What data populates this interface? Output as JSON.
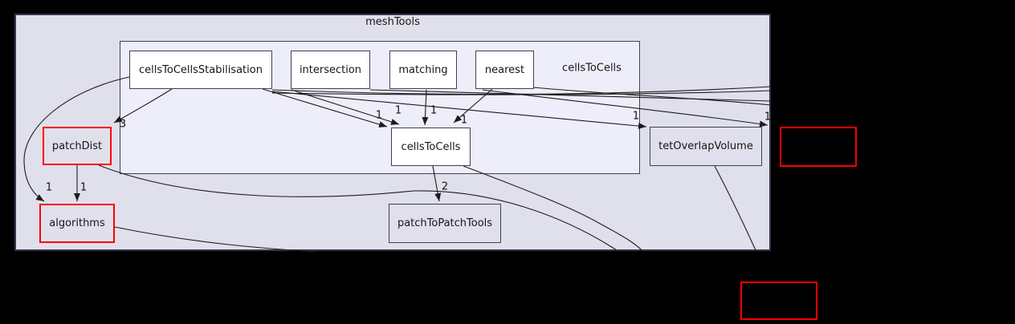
{
  "diagram": {
    "type": "directory-dependency-graph",
    "outer_cluster_title": "meshTools",
    "inner_cluster_title": "cellsToCells",
    "nodes": [
      {
        "id": "cellsToCellsStabilisation",
        "label": "cellsToCellsStabilisation"
      },
      {
        "id": "intersection",
        "label": "intersection"
      },
      {
        "id": "matching",
        "label": "matching"
      },
      {
        "id": "nearest",
        "label": "nearest"
      },
      {
        "id": "cellsToCells",
        "label": "cellsToCells"
      },
      {
        "id": "tetOverlapVolume",
        "label": "tetOverlapVolume"
      },
      {
        "id": "patchToPatchTools",
        "label": "patchToPatchTools"
      },
      {
        "id": "patchDist",
        "label": "patchDist"
      },
      {
        "id": "algorithms",
        "label": "algorithms"
      },
      {
        "id": "external-right",
        "label": ""
      },
      {
        "id": "external-bottom",
        "label": ""
      }
    ],
    "edge_counts": [
      "3",
      "1",
      "1",
      "1",
      "1",
      "1",
      "1",
      "2",
      "1",
      "1"
    ],
    "colors": {
      "background": "#000000",
      "outer_cluster_fill": "#e0e0ec",
      "inner_cluster_fill": "#eeeefb",
      "node_fill": "#ffffff",
      "cluster_border": "#3f3f55",
      "external_node_border": "#ff0000",
      "edge_line": "#1c1c1c",
      "text": "#161616"
    }
  }
}
